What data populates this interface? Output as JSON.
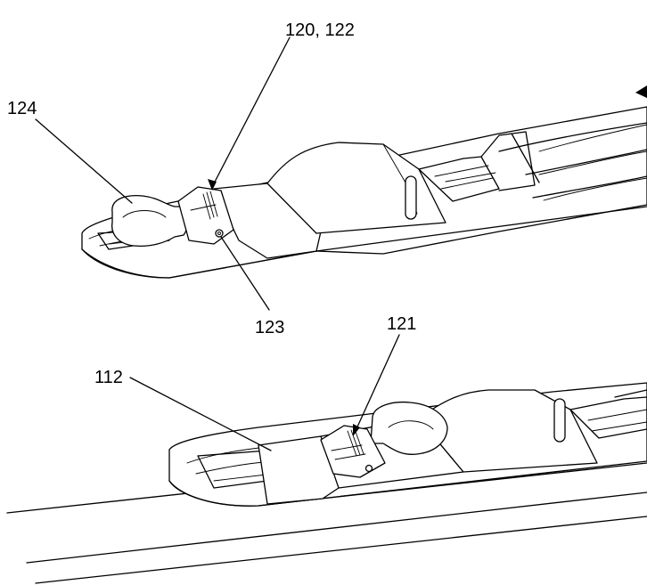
{
  "labels": {
    "ref_120_122": "120, 122",
    "ref_124": "124",
    "ref_123": "123",
    "ref_121": "121",
    "ref_112": "112"
  }
}
